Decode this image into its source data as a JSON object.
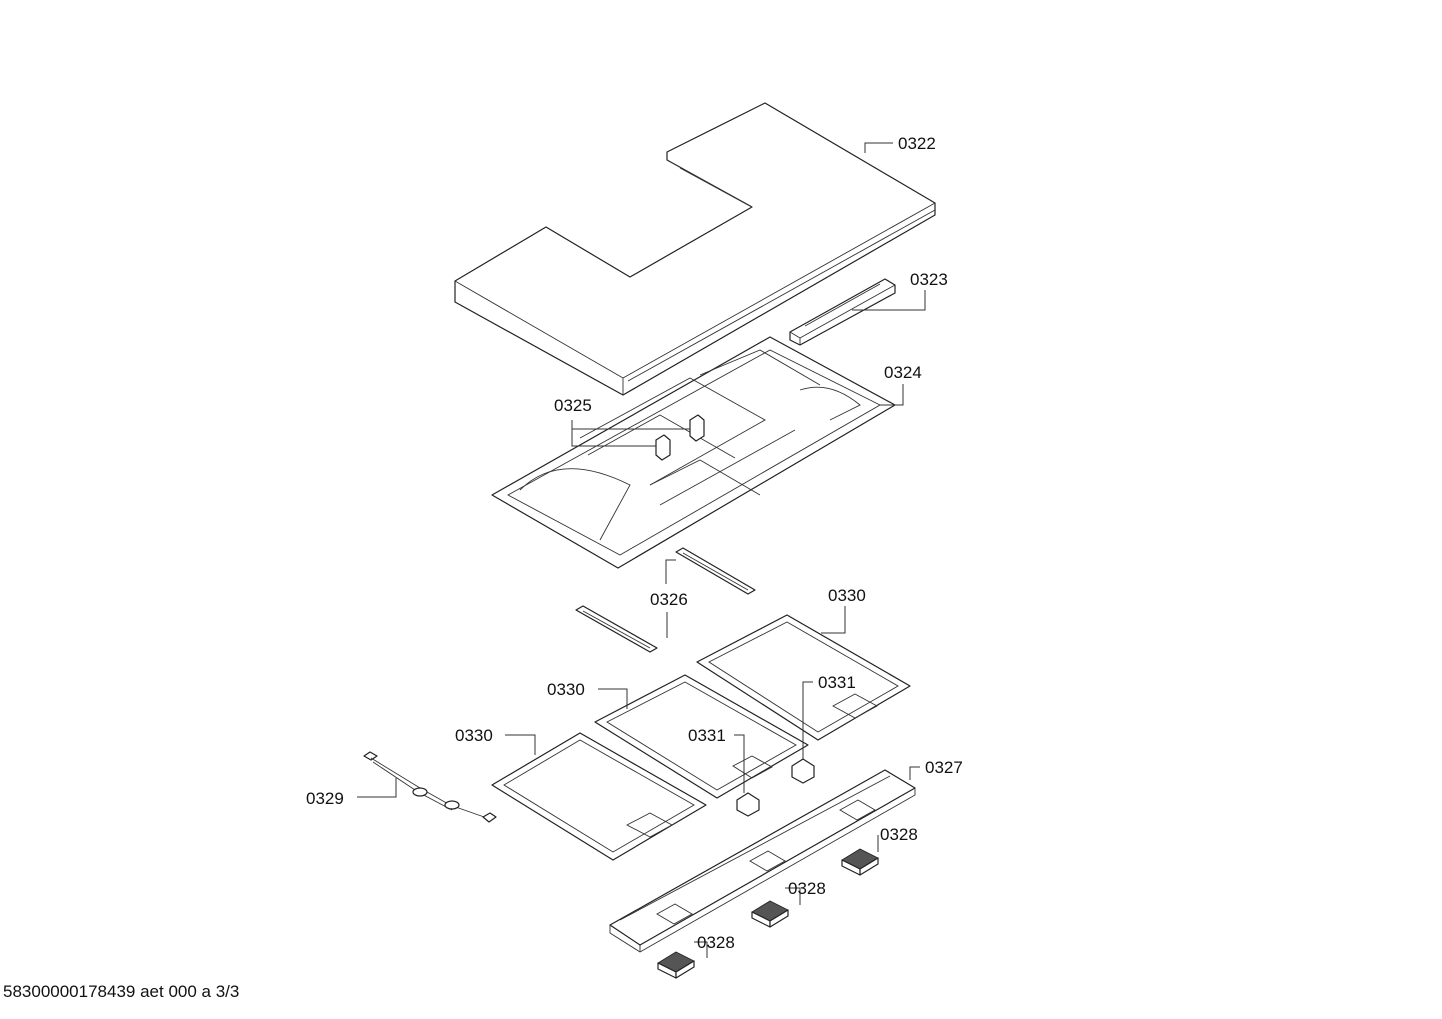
{
  "callouts": {
    "c0322": "0322",
    "c0323": "0323",
    "c0324": "0324",
    "c0325": "0325",
    "c0326": "0326",
    "c0330a": "0330",
    "c0330b": "0330",
    "c0330c": "0330",
    "c0331a": "0331",
    "c0331b": "0331",
    "c0327": "0327",
    "c0328a": "0328",
    "c0328b": "0328",
    "c0328c": "0328",
    "c0329": "0329"
  },
  "footer": "58300000178439 aet 000 a 3/3"
}
